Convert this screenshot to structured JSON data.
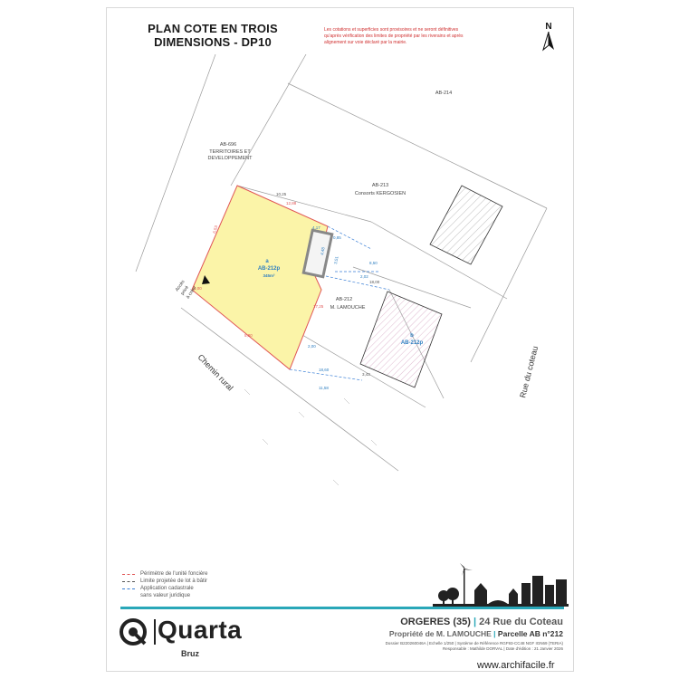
{
  "title": {
    "line1": "PLAN COTE EN TROIS",
    "line2": "DIMENSIONS - DP10"
  },
  "warning": "Les cotations et superficies sont provisoires et ne seront définitives qu'après vérification des limites de propriété par les riverains et après alignement sur voie déclaré par la mairie.",
  "north_label": "N",
  "plan": {
    "parcels": {
      "ab214": "AB-214",
      "ab696_code": "AB-696",
      "ab696_owner_1": "TERRITOIRES ET",
      "ab696_owner_2": "DEVELOPPEMENT",
      "ab213_code": "AB-213",
      "ab213_owner": "Consorts KERGOSIEN",
      "ab212_code": "AB-212",
      "ab212_owner": "M. LAMOUCHE"
    },
    "lots": {
      "a_letter": "a",
      "a_code": "AB-212p",
      "a_area": "345m²",
      "b_letter": "b",
      "b_code": "AB-212p"
    },
    "roads": {
      "chemin": "Chemin rural",
      "rue": "Rue du coteau"
    },
    "access_label_1": "Accès",
    "access_label_2": "privé",
    "access_label_3": "à créer",
    "dimensions": {
      "d1": "12,88",
      "d2": "4,17",
      "d3": "6,53",
      "d4": "0,85",
      "d5": "4,48",
      "d6": "3,51",
      "d7": "17,25",
      "d8": "8,50",
      "d9": "2,02",
      "d10": "4,00",
      "d11": "5,80",
      "d12": "2,00",
      "d13": "18,60",
      "d14": "11,58",
      "d15": "10,25",
      "d16": "3,43",
      "d17": "18,00"
    }
  },
  "legend": [
    {
      "label": "Périmètre de l'unité foncière",
      "color": "#e05555"
    },
    {
      "label": "Limite projetée de lot à bâtir",
      "color": "#555555"
    },
    {
      "label": "Application cadastrale",
      "label2": "sans valeur juridique",
      "color": "#3a7fd6"
    }
  ],
  "brand": {
    "name": "Quarta",
    "city": "Bruz",
    "accent": "#29a7b8"
  },
  "info": {
    "town": "ORGERES (35)",
    "address": "24 Rue du Coteau",
    "owner": "Propriété de M. LAMOUCHE",
    "parcel": "Parcelle AB n°212",
    "dossier_line": "Dossier B220260046A | Echelle 1/250 | Système de Référence RGF93-CC48 NGF IGN69 (TERIA)",
    "resp_line": "Responsable : Mathilde DORVAL | Date d'édition : 21 Janvier 2026"
  },
  "watermark": "www.archifacile.fr",
  "colors": {
    "parcel_fill": "#fbf4a8",
    "parcel_stroke": "#e05555",
    "dim_blue": "#3a7fd6"
  }
}
